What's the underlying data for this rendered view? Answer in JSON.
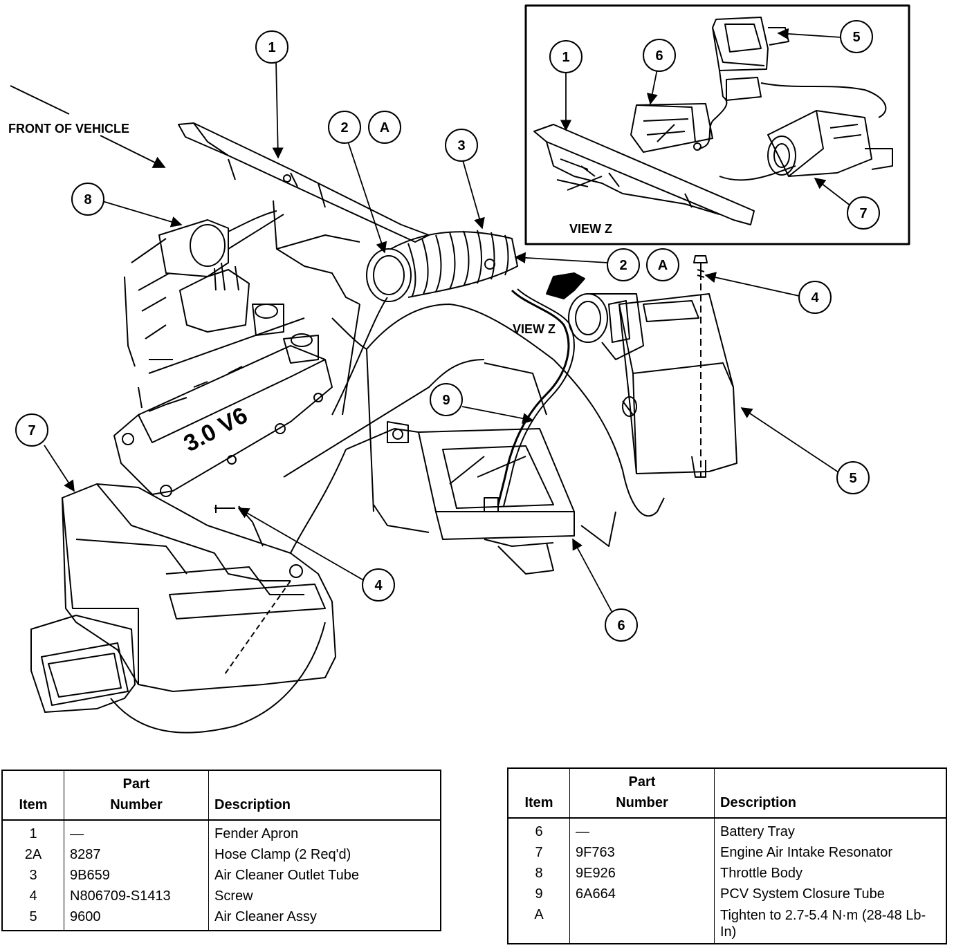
{
  "labels": {
    "front_of_vehicle": "FRONT OF VEHICLE",
    "view_z_main": "VIEW Z",
    "view_z_inset": "VIEW Z",
    "engine_badge": "3.0 V6"
  },
  "callouts": {
    "c1_main": "1",
    "c2_main": "2",
    "cA_main": "A",
    "c3_main": "3",
    "c8_main": "8",
    "c7_main": "7",
    "c9_main": "9",
    "c4_right": "4",
    "c4_left": "4",
    "c5_main": "5",
    "c6_main": "6",
    "c2_right": "2",
    "cA_right": "A",
    "c1_inset": "1",
    "c6_inset": "6",
    "c5_inset": "5",
    "c7_inset": "7"
  },
  "tables": {
    "headers": {
      "item": "Item",
      "part_number": "Part Number",
      "description": "Description"
    },
    "left": [
      {
        "item": "1",
        "part": "—",
        "desc": "Fender Apron"
      },
      {
        "item": "2A",
        "part": "8287",
        "desc": "Hose Clamp (2 Req'd)"
      },
      {
        "item": "3",
        "part": "9B659",
        "desc": "Air Cleaner Outlet Tube"
      },
      {
        "item": "4",
        "part": "N806709-S1413",
        "desc": "Screw"
      },
      {
        "item": "5",
        "part": "9600",
        "desc": "Air Cleaner Assy"
      }
    ],
    "right": [
      {
        "item": "6",
        "part": "—",
        "desc": "Battery Tray"
      },
      {
        "item": "7",
        "part": "9F763",
        "desc": "Engine Air Intake Resonator"
      },
      {
        "item": "8",
        "part": "9E926",
        "desc": "Throttle Body"
      },
      {
        "item": "9",
        "part": "6A664",
        "desc": "PCV System Closure Tube"
      },
      {
        "item": "A",
        "part": "",
        "desc": "Tighten to 2.7-5.4 N·m (28-48 Lb-In)"
      }
    ]
  }
}
